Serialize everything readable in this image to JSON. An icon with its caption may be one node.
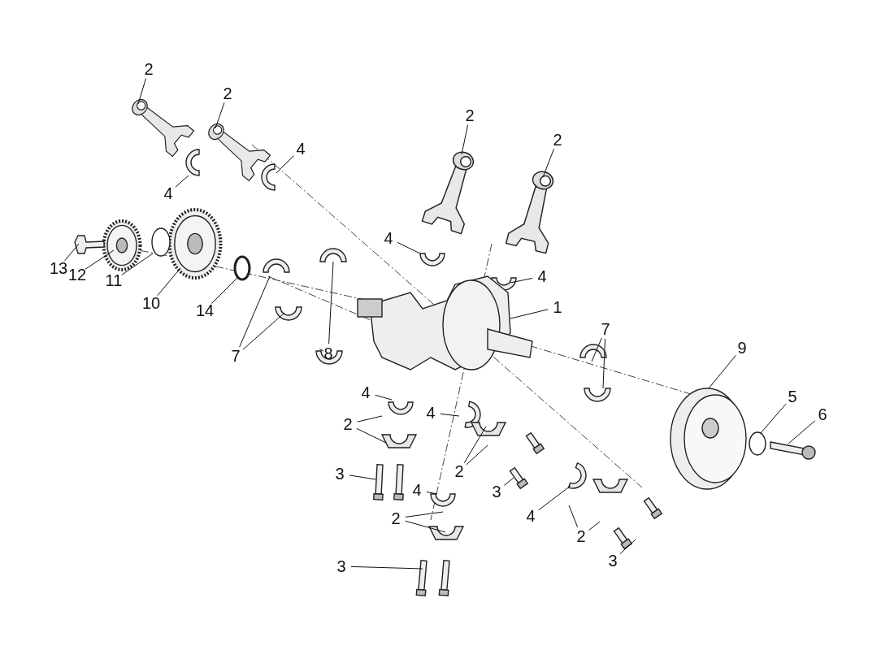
{
  "diagram": {
    "nodes": [
      {
        "text": [
          "2"
        ]
      },
      {
        "text": [
          "2"
        ]
      },
      {
        "text": [
          "4"
        ]
      },
      {
        "text": [
          "2"
        ]
      },
      {
        "text": [
          "2"
        ]
      },
      {
        "text": [
          "4"
        ]
      },
      {
        "text": [
          "4"
        ]
      },
      {
        "text": [
          "13"
        ]
      },
      {
        "text": [
          "12"
        ]
      },
      {
        "text": [
          "11"
        ]
      },
      {
        "text": [
          "10"
        ]
      },
      {
        "text": [
          "14"
        ]
      },
      {
        "text": [
          "4"
        ]
      },
      {
        "text": [
          "1"
        ]
      },
      {
        "text": [
          "7"
        ]
      },
      {
        "text": [
          "8"
        ]
      },
      {
        "text": [
          "7"
        ]
      },
      {
        "text": [
          "9"
        ]
      },
      {
        "text": [
          "4"
        ]
      },
      {
        "text": [
          "4"
        ]
      },
      {
        "text": [
          "2"
        ]
      },
      {
        "text": [
          "5"
        ]
      },
      {
        "text": [
          "6"
        ]
      },
      {
        "text": [
          "2"
        ]
      },
      {
        "text": [
          "3"
        ]
      },
      {
        "text": [
          "3"
        ]
      },
      {
        "text": [
          "4"
        ]
      },
      {
        "text": [
          "2"
        ]
      },
      {
        "text": [
          "4"
        ]
      },
      {
        "text": [
          "2"
        ]
      },
      {
        "text": [
          "3"
        ]
      },
      {
        "text": [
          "3"
        ]
      }
    ],
    "edges": [
      {
        "from": 0,
        "to": null,
        "arrow": "none"
      },
      {
        "from": 1,
        "to": null,
        "arrow": "none"
      },
      {
        "from": 2,
        "to": null,
        "arrow": "none"
      },
      {
        "from": 3,
        "to": null,
        "arrow": "none"
      },
      {
        "from": 4,
        "to": null,
        "arrow": "none"
      },
      {
        "from": 5,
        "to": null,
        "arrow": "none"
      },
      {
        "from": 6,
        "to": null,
        "arrow": "none"
      },
      {
        "from": 7,
        "to": null,
        "arrow": "none"
      },
      {
        "from": 8,
        "to": null,
        "arrow": "none"
      },
      {
        "from": 9,
        "to": null,
        "arrow": "none"
      },
      {
        "from": 10,
        "to": null,
        "arrow": "none"
      },
      {
        "from": 11,
        "to": null,
        "arrow": "none"
      },
      {
        "from": 12,
        "to": null,
        "arrow": "none"
      },
      {
        "from": 13,
        "to": null,
        "arrow": "none"
      },
      {
        "from": 14,
        "to": null,
        "arrow": "none"
      },
      {
        "from": 14,
        "to": null,
        "arrow": "none"
      },
      {
        "from": 15,
        "to": null,
        "arrow": "none"
      },
      {
        "from": 15,
        "to": null,
        "arrow": "none"
      },
      {
        "from": 16,
        "to": null,
        "arrow": "none"
      },
      {
        "from": 16,
        "to": null,
        "arrow": "none"
      },
      {
        "from": 17,
        "to": null,
        "arrow": "none"
      },
      {
        "from": 18,
        "to": null,
        "arrow": "none"
      },
      {
        "from": 19,
        "to": null,
        "arrow": "none"
      },
      {
        "from": 20,
        "to": null,
        "arrow": "none"
      },
      {
        "from": 20,
        "to": null,
        "arrow": "none"
      },
      {
        "from": 21,
        "to": null,
        "arrow": "none"
      },
      {
        "from": 22,
        "to": null,
        "arrow": "none"
      },
      {
        "from": 23,
        "to": null,
        "arrow": "none"
      },
      {
        "from": 23,
        "to": null,
        "arrow": "none"
      },
      {
        "from": 24,
        "to": null,
        "arrow": "none"
      },
      {
        "from": 25,
        "to": null,
        "arrow": "none"
      },
      {
        "from": 26,
        "to": null,
        "arrow": "none"
      },
      {
        "from": 27,
        "to": null,
        "arrow": "none"
      },
      {
        "from": 27,
        "to": null,
        "arrow": "none"
      },
      {
        "from": 28,
        "to": null,
        "arrow": "none"
      },
      {
        "from": 29,
        "to": null,
        "arrow": "none"
      },
      {
        "from": 29,
        "to": null,
        "arrow": "none"
      },
      {
        "from": 30,
        "to": null,
        "arrow": "none"
      },
      {
        "from": 31,
        "to": null,
        "arrow": "none"
      }
    ]
  }
}
